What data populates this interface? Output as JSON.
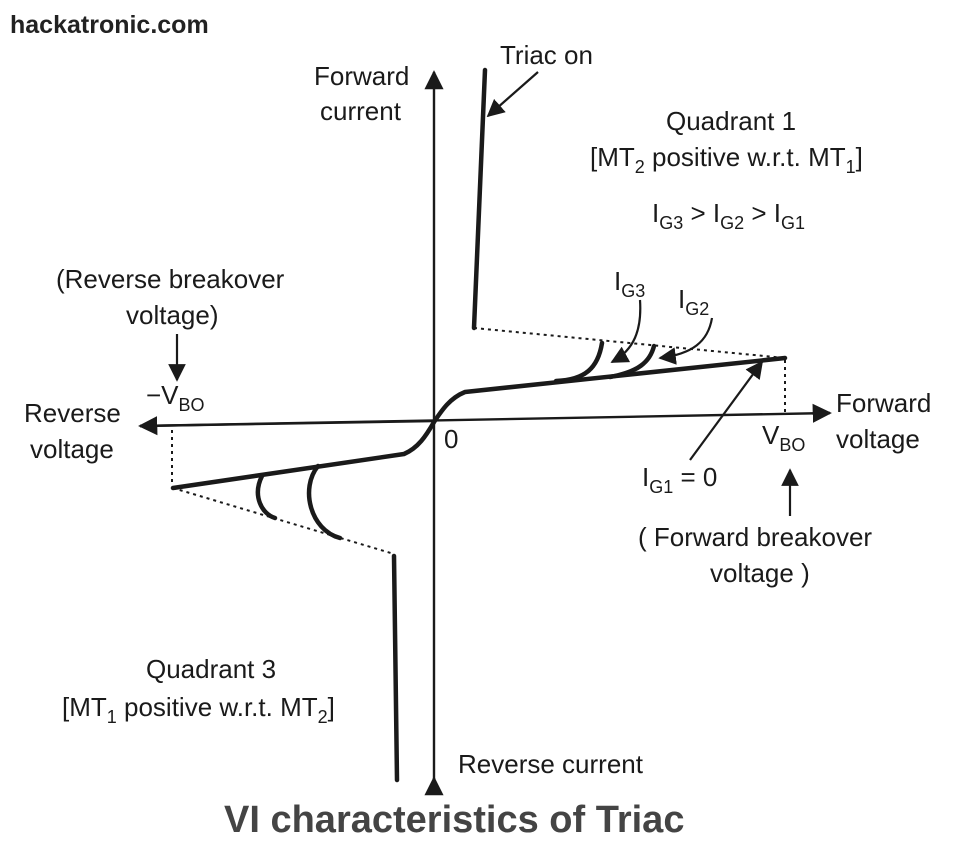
{
  "site": "hackatronic.com",
  "caption": "VI characteristics of Triac",
  "axes": {
    "forward_current_1": "Forward",
    "forward_current_2": "current",
    "reverse_current": "Reverse current",
    "forward_voltage_1": "Forward",
    "forward_voltage_2": "voltage",
    "reverse_voltage_1": "Reverse",
    "reverse_voltage_2": "voltage",
    "origin": "0"
  },
  "labels": {
    "triac_on": "Triac on",
    "quadrant1_title": "Quadrant 1",
    "quadrant1_pre": "[MT",
    "quadrant1_mid": " positive w.r.t. MT",
    "quadrant1_end": "]",
    "quadrant1_sub_a": "2",
    "quadrant1_sub_b": "1",
    "gate_relation_ig": "I",
    "gate_relation_sub1": "G3",
    "gate_relation_op1": " > I",
    "gate_relation_sub2": "G2",
    "gate_relation_op2": " > I",
    "gate_relation_sub3": "G1",
    "ig3": "I",
    "ig3_sub": "G3",
    "ig2": "I",
    "ig2_sub": "G2",
    "ig1": "I",
    "ig1_sub": "G1",
    "ig1_value": " = 0",
    "vbo": "V",
    "vbo_sub": "BO",
    "neg_vbo": "−V",
    "neg_vbo_sub": "BO",
    "reverse_breakover_1": "(Reverse breakover",
    "reverse_breakover_2": "voltage)",
    "forward_breakover_1": "( Forward breakover",
    "forward_breakover_2": "voltage )",
    "quadrant3_title": "Quadrant 3",
    "quadrant3_pre": "[MT",
    "quadrant3_mid": " positive w.r.t. MT",
    "quadrant3_end": "]",
    "quadrant3_sub_a": "1",
    "quadrant3_sub_b": "2"
  }
}
